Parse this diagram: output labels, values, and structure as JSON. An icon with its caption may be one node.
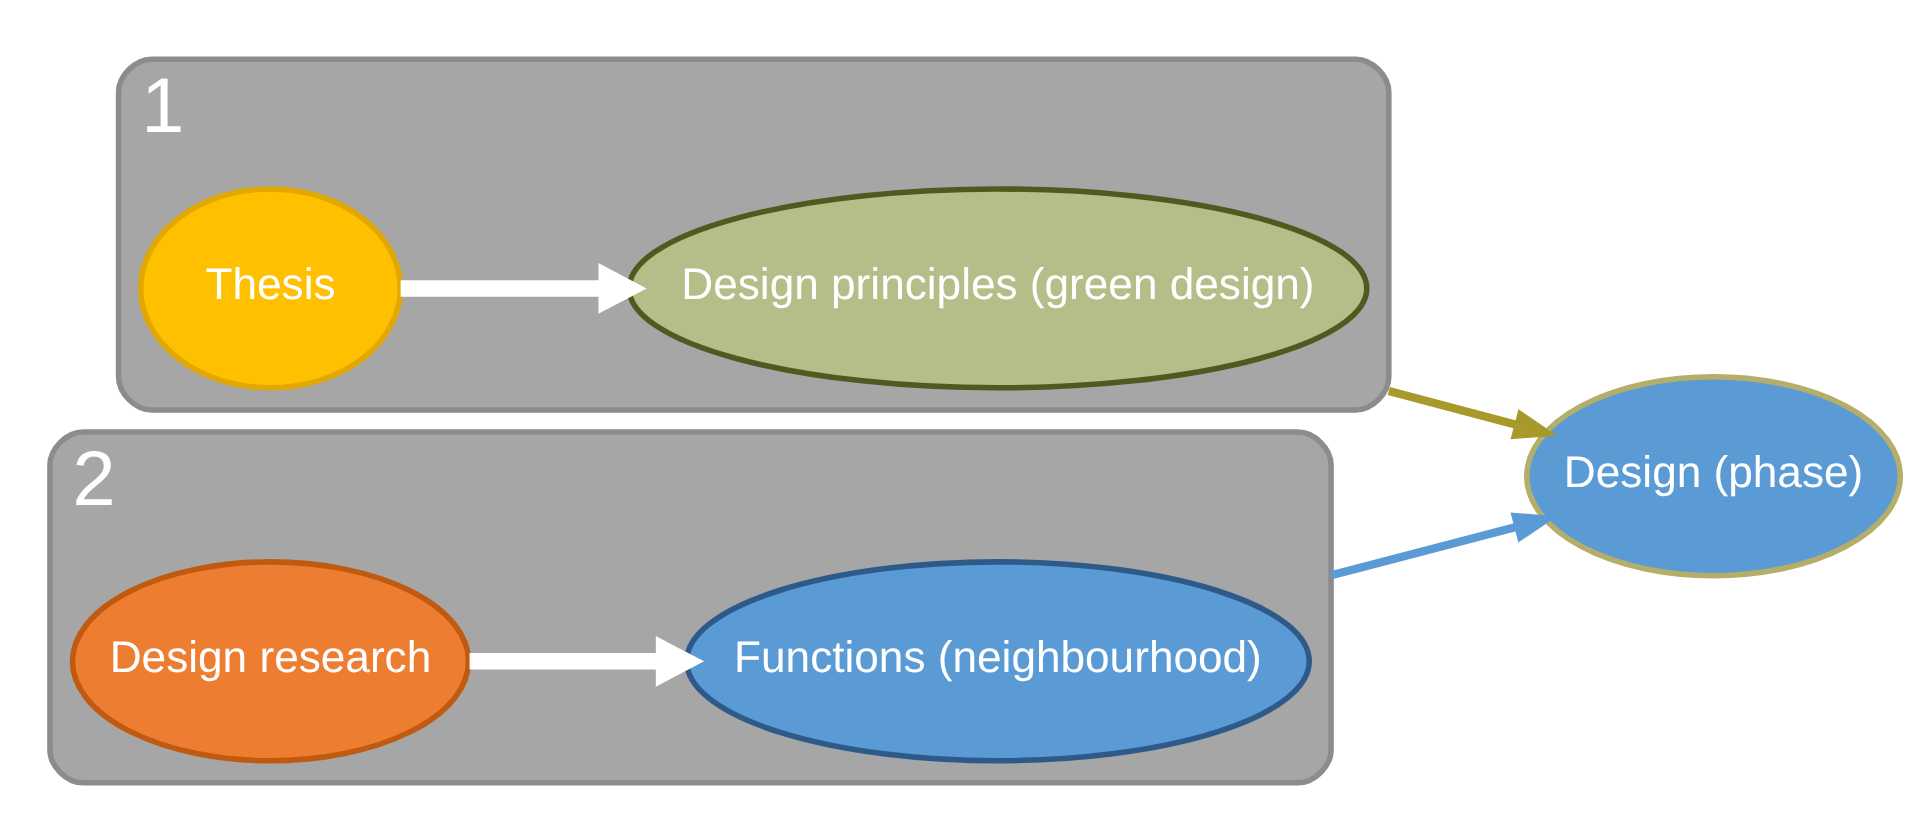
{
  "diagram": {
    "nodes": [
      {
        "text": [
          "1"
        ]
      },
      {
        "text": [
          "Thesis"
        ],
        "in": 0
      },
      {
        "text": [
          "Design principles (green design)"
        ],
        "in": 0
      },
      {
        "text": [
          "2"
        ]
      },
      {
        "text": [
          "Design research"
        ],
        "in": 3
      },
      {
        "text": [
          "Functions (neighbourhood)"
        ],
        "in": 3
      },
      {
        "text": [
          "Design (phase)"
        ]
      }
    ],
    "edges": [
      {
        "from": 1,
        "to": 2,
        "arrow": "to",
        "style": "thick",
        "color": "#ffffff"
      },
      {
        "from": 0,
        "to": 6,
        "arrow": "to",
        "color": "#a89a2a"
      },
      {
        "from": 4,
        "to": 5,
        "arrow": "to",
        "style": "thick",
        "color": "#ffffff"
      },
      {
        "from": 3,
        "to": 6,
        "arrow": "to",
        "color": "#5b9bd5"
      }
    ]
  }
}
